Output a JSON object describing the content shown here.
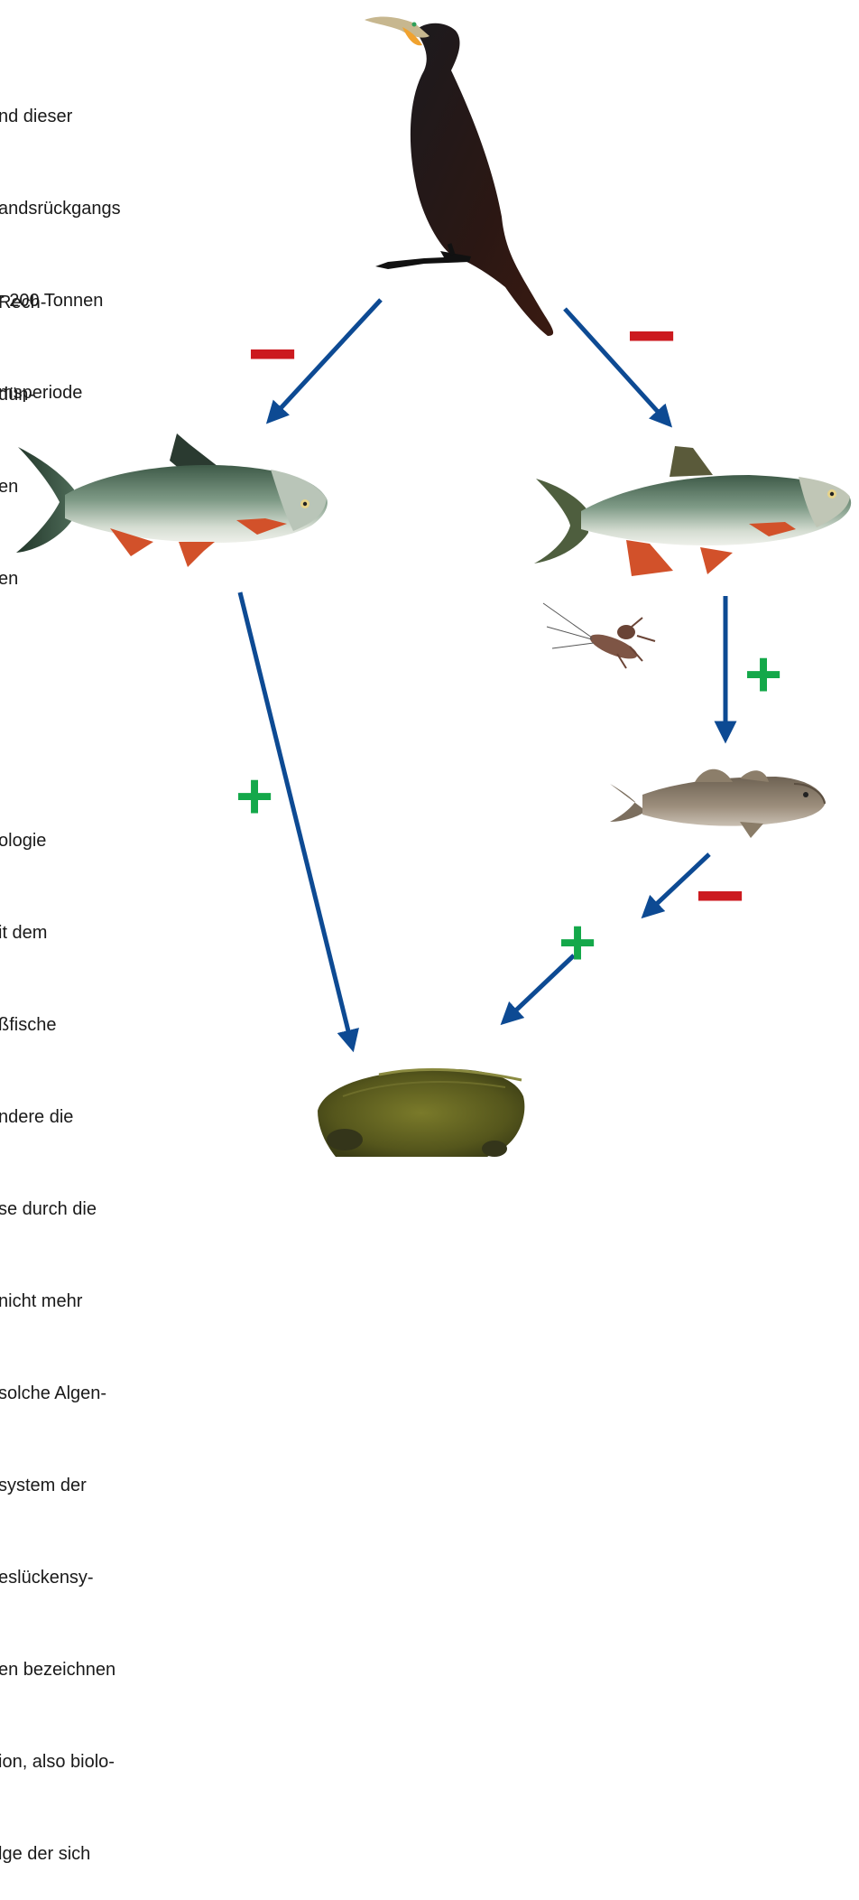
{
  "text_block_1": [
    "nd dieser",
    "andsrückgangs",
    "r 200 Tonnen",
    "msperiode"
  ],
  "text_block_2": [
    "Rech-",
    "dün-",
    "en",
    "en"
  ],
  "text_block_3": [
    "ologie",
    "it dem",
    "ßfische",
    "ndere die",
    "se durch die",
    "nicht mehr",
    "solche Algen-",
    "system der",
    "eslückensy-",
    "en bezeichnen",
    "ion, also biolo-",
    "lge der sich"
  ],
  "effects": {
    "cormorant_to_fish_left": "−",
    "cormorant_to_fish_right": "−",
    "fish_right_to_sculpin": "+",
    "fish_left_to_algae": "+",
    "sculpin_to_larva": "−",
    "larva_to_algae": "+"
  },
  "colors": {
    "arrow": "#0d4a93",
    "minus": "#cc1a1f",
    "plus": "#14a84a"
  }
}
